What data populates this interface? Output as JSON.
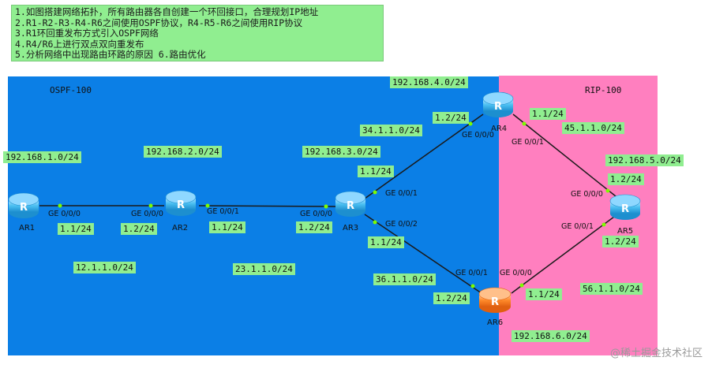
{
  "tasks": [
    "1.如图搭建网络拓扑，所有路由器各自创建一个环回接口，合理规划IP地址",
    "2.R1-R2-R3-R4-R6之间使用OSPF协议，R4-R5-R6之间使用RIP协议",
    "3.R1环回重发布方式引入OSPF网络",
    "4.R4/R6上进行双点双向重发布",
    "5.分析网络中出现路由环路的原因 6.路由优化"
  ],
  "areas": {
    "ospf": "OSPF-100",
    "rip": "RIP-100"
  },
  "routers": {
    "ar1": "AR1",
    "ar2": "AR2",
    "ar3": "AR3",
    "ar4": "AR4",
    "ar5": "AR5",
    "ar6": "AR6"
  },
  "ports": {
    "ar1_g000": "GE 0/0/0",
    "ar2_g000": "GE 0/0/0",
    "ar2_g001": "GE 0/0/1",
    "ar3_g000": "GE 0/0/0",
    "ar3_g001": "GE 0/0/1",
    "ar3_g002": "GE 0/0/2",
    "ar4_g000": "GE 0/0/0",
    "ar4_g001": "GE 0/0/1",
    "ar5_g000": "GE 0/0/0",
    "ar5_g001": "GE 0/0/1",
    "ar6_g001": "GE 0/0/1",
    "ar6_g000": "GE 0/0/0"
  },
  "labels": {
    "lo_ar1": "192.168.1.0/24",
    "lo_ar2": "192.168.2.0/24",
    "lo_ar3": "192.168.3.0/24",
    "lo_ar4": "192.168.4.0/24",
    "lo_ar5": "192.168.5.0/24",
    "lo_ar6": "192.168.6.0/24",
    "net_12": "12.1.1.0/24",
    "net_23": "23.1.1.0/24",
    "net_34": "34.1.1.0/24",
    "net_36": "36.1.1.0/24",
    "net_45": "45.1.1.0/24",
    "net_56": "56.1.1.0/24",
    "ip_ar1": "1.1/24",
    "ip_ar2_a": "1.2/24",
    "ip_ar2_b": "1.1/24",
    "ip_ar3_a": "1.2/24",
    "ip_ar3_b": "1.1/24",
    "ip_ar3_c": "1.1/24",
    "ip_ar4_a": "1.2/24",
    "ip_ar4_b": "1.1/24",
    "ip_ar5_a": "1.2/24",
    "ip_ar5_b": "1.2/24",
    "ip_ar6_a": "1.2/24",
    "ip_ar6_b": "1.1/24"
  },
  "colors": {
    "ospf_area": "#0b7fe6",
    "rip_area": "#ff7fbf",
    "label_bg": "#90ee90",
    "router_blue": "#38b6ee",
    "router_orange": "#ff7f1e",
    "link": "#1a1a1a",
    "port_dot": "#7cfc00"
  },
  "watermark": "@稀土掘金技术社区"
}
